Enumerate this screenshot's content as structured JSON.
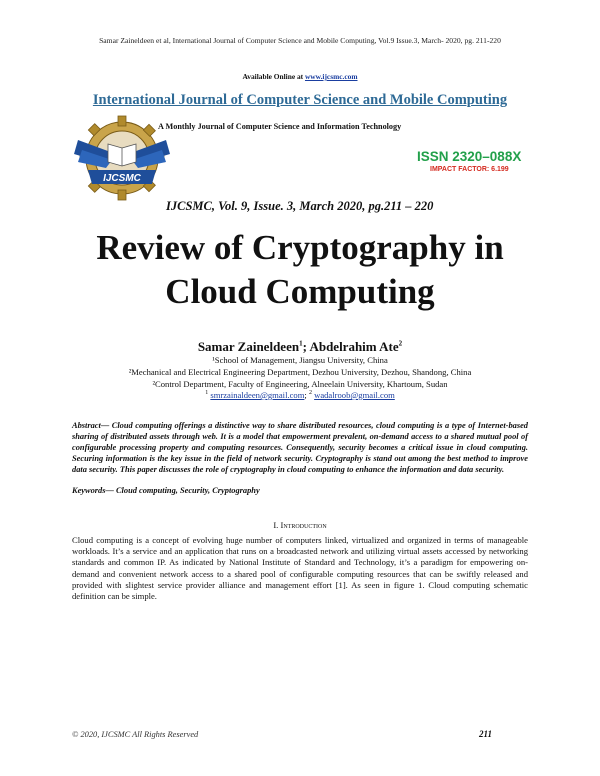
{
  "header": {
    "running_head": "Samar Zaineldeen et al, International Journal of Computer Science and Mobile Computing, Vol.9 Issue.3, March- 2020, pg. 211-220",
    "available_prefix": "Available Online at ",
    "available_link": "www.ijcsmc.com",
    "journal_title": "International Journal of Computer Science and Mobile Computing",
    "subtitle": "A Monthly Journal of Computer Science and Information Technology",
    "logo_text": "IJCSMC",
    "issn": "ISSN 2320–088X",
    "impact_factor": "IMPACT FACTOR: 6.199",
    "citation": "IJCSMC, Vol. 9, Issue. 3, March 2020, pg.211 – 220"
  },
  "paper": {
    "title_line1": "Review of Cryptography in",
    "title_line2": "Cloud Computing",
    "author1": "Samar Zaineldeen",
    "author1_sup": "1",
    "author_sep": "; ",
    "author2": "Abdelrahim Ate",
    "author2_sup": "2",
    "affiliations": [
      "¹School of Management, Jiangsu University, China",
      "²Mechanical and Electrical Engineering Department, Dezhou University, Dezhou, Shandong, China",
      "²Control Department, Faculty of Engineering, Alneelain University, Khartoum, Sudan"
    ],
    "email_sup1": "1",
    "email1": "smrzainaldeen@gmail.com",
    "email_sep": "; ",
    "email_sup2": "2",
    "email2": "wadalroob@gmail.com",
    "abstract": "Abstract— Cloud computing offerings a distinctive way to share distributed resources, cloud computing is a type of Internet-based sharing of distributed assets through web. It is a model that empowerment prevalent, on-demand access to a shared mutual pool of configurable processing property and computing resources. Consequently, security becomes a critical issue in cloud computing. Securing information is the key issue in the field of network security. Cryptography is stand out among the best method to improve data security. This paper discusses the role of cryptography in cloud computing to enhance the information and data security.",
    "keywords": "Keywords— Cloud computing, Security, Cryptography",
    "section_number": "I.",
    "section_title": "Introduction",
    "intro": "Cloud computing is a concept of evolving huge number of computers linked, virtualized and organized in terms of manageable workloads. It’s a service and an application that runs on a broadcasted network and utilizing virtual assets accessed by networking standards and common IP. As indicated by National Institute of Standard and Technology, it’s a paradigm for empowering on-demand and convenient network access to a shared pool of configurable computing resources that can be swiftly released and provided with slightest service provider alliance and management effort [1]. As seen in figure 1. Cloud computing schematic definition can be simple."
  },
  "footer": {
    "copyright": "© 2020, IJCSMC All Rights Reserved",
    "page_number": "211"
  },
  "colors": {
    "journal_title": "#2e6a96",
    "issn": "#22a04a",
    "impact": "#d42a1f",
    "link": "#1a3ea0",
    "logo_blue": "#1f4e9a",
    "logo_gold": "#b08a2c"
  }
}
